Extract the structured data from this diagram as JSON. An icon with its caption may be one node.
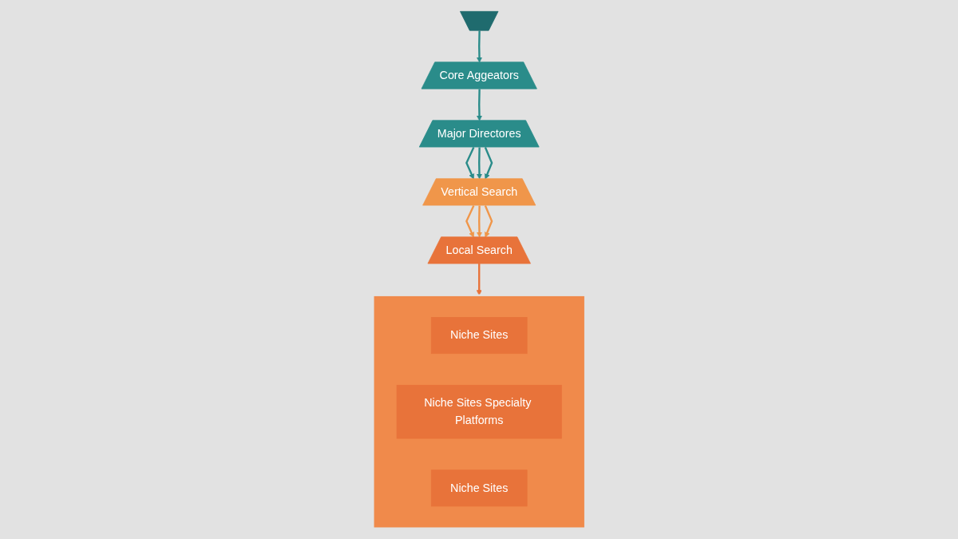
{
  "diagram": {
    "nodes": [
      {
        "text": [],
        "shape": "triangle"
      },
      {
        "text": [
          "Core Aggeators"
        ]
      },
      {
        "text": [
          "Major Directores"
        ]
      },
      {
        "text": [
          "Vertical Search"
        ]
      },
      {
        "text": [
          "Local Search"
        ]
      },
      {
        "text": [],
        "shape": "box"
      },
      {
        "text": [
          "Niche Sites"
        ],
        "in": 5
      },
      {
        "text": [
          "Niche Sites Specialty Platforms"
        ],
        "in": 5
      },
      {
        "text": [
          "Niche Sites"
        ],
        "in": 5
      }
    ],
    "edges": [
      {
        "from": 0,
        "to": 1,
        "arrow": "to"
      },
      {
        "from": 1,
        "to": 2,
        "arrow": "to"
      },
      {
        "from": 2,
        "to": 3,
        "arrow": "to"
      },
      {
        "from": 2,
        "to": 3,
        "arrow": "to"
      },
      {
        "from": 2,
        "to": 3,
        "arrow": "to"
      },
      {
        "from": 3,
        "to": 4,
        "arrow": "to",
        "color": "#f0964a"
      },
      {
        "from": 3,
        "to": 4,
        "arrow": "to",
        "color": "#f0964a"
      },
      {
        "from": 3,
        "to": 4,
        "arrow": "to",
        "color": "#f0964a"
      },
      {
        "from": 4,
        "to": 5,
        "arrow": "to",
        "color": "#e8733a"
      }
    ]
  }
}
